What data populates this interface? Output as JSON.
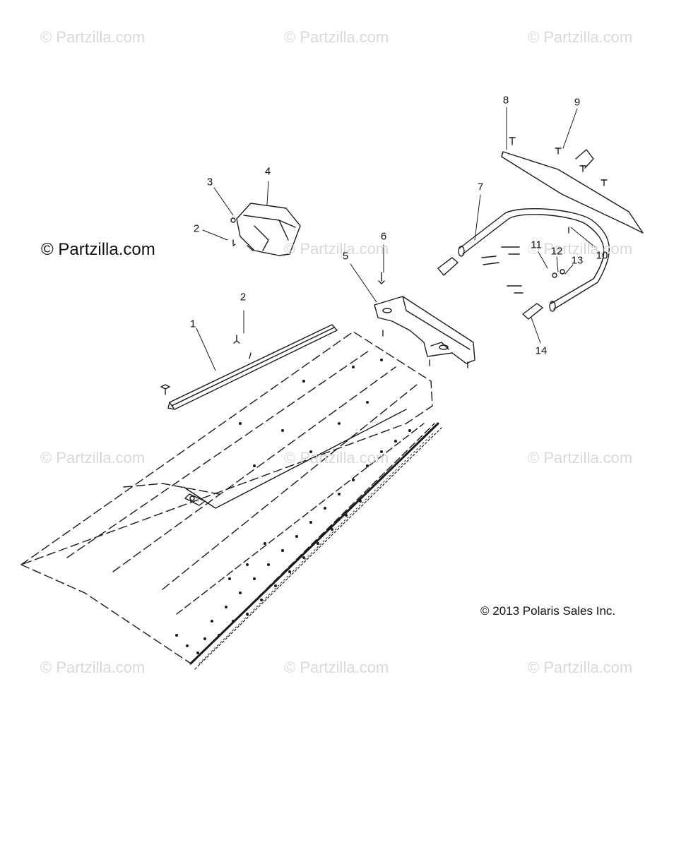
{
  "watermark": {
    "text": "© Partzilla.com"
  },
  "credit": {
    "text": "© Partzilla.com"
  },
  "copyright": {
    "text": "© 2013 Polaris Sales Inc."
  },
  "callouts": [
    "1",
    "2",
    "2",
    "3",
    "4",
    "5",
    "6",
    "7",
    "8",
    "9",
    "10",
    "11",
    "12",
    "13",
    "14"
  ],
  "colors": {
    "line": "#1a1a1a",
    "watermark": "#d9d9d9"
  }
}
